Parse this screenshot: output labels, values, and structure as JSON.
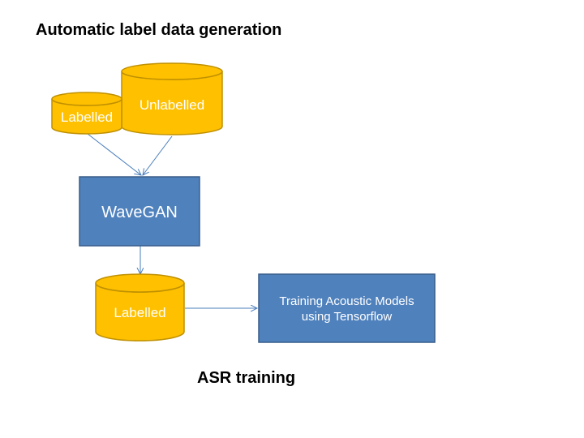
{
  "title": "Automatic label data generation",
  "subtitle": "ASR training",
  "nodes": {
    "unlabelled": "Unlabelled",
    "labelled_top": "Labelled",
    "wavegan": "WaveGAN",
    "labelled_bottom": "Labelled",
    "training_line1": "Training Acoustic Models",
    "training_line2": "using Tensorflow"
  },
  "colors": {
    "database_fill": "#FFC000",
    "database_stroke": "#BF9000",
    "process_fill": "#4F81BD",
    "process_stroke": "#385D8A",
    "arrow": "#4A7EBB"
  }
}
